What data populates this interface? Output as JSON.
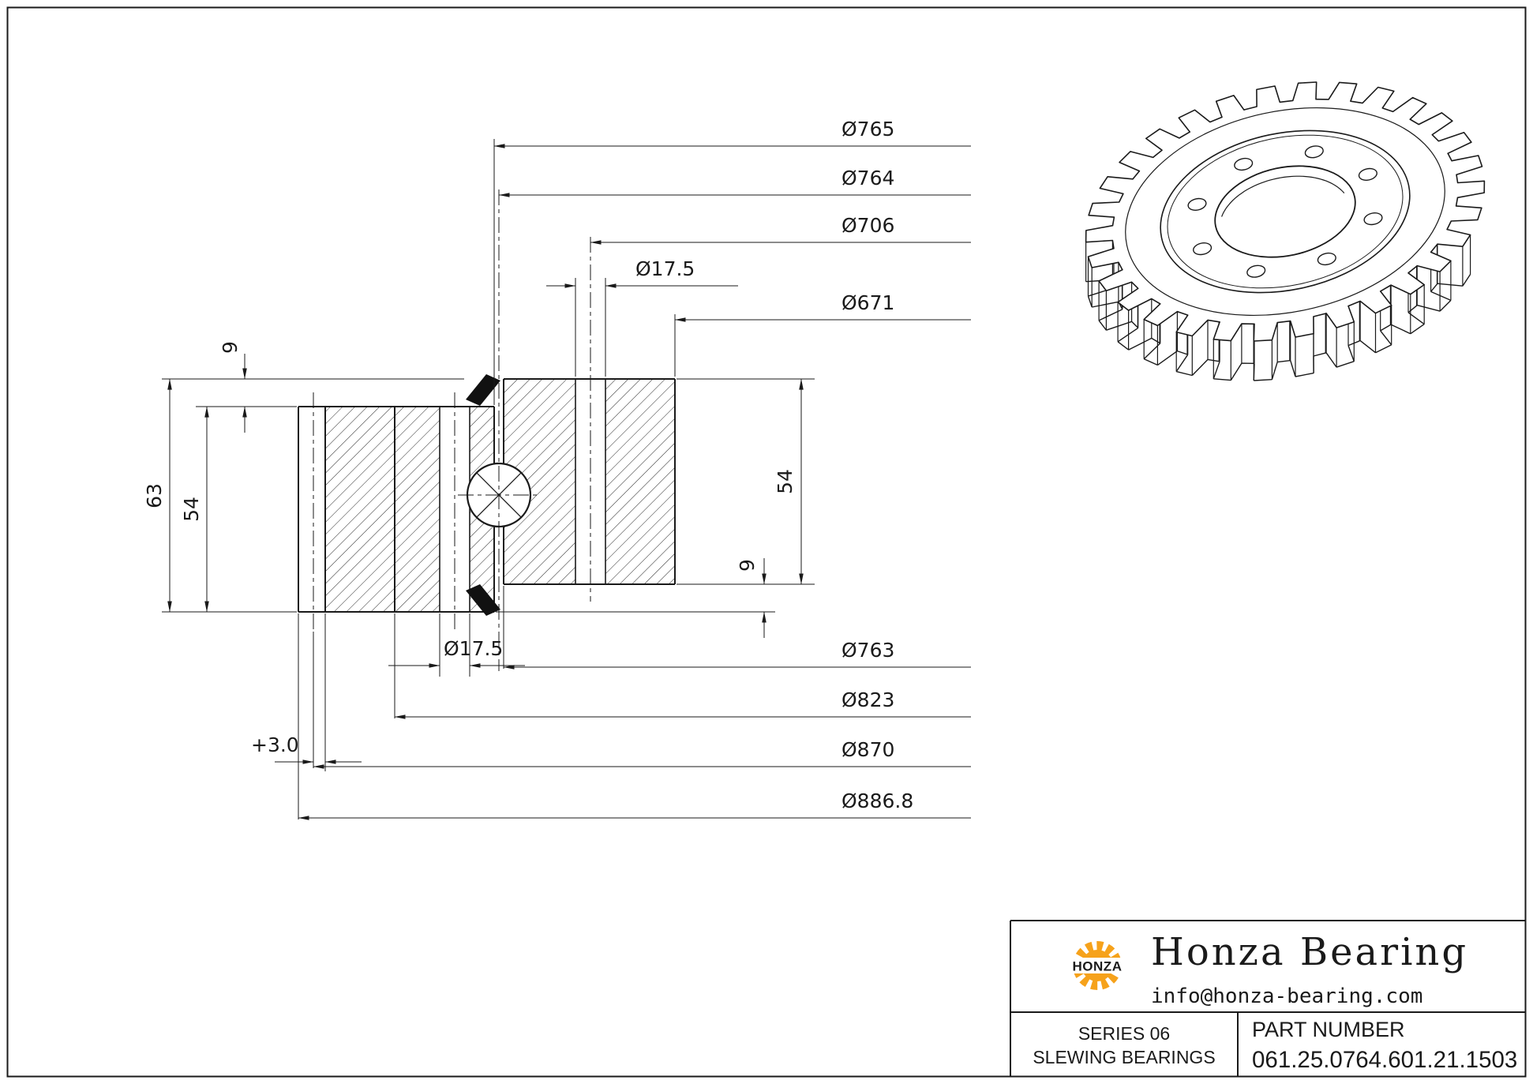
{
  "drawing": {
    "top_dims": {
      "d765": "Ø765",
      "d764": "Ø764",
      "d706": "Ø706",
      "d17_5": "Ø17.5",
      "d671": "Ø671"
    },
    "bottom_dims": {
      "d763": "Ø763",
      "d823": "Ø823",
      "d870": "Ø870",
      "d886_8": "Ø886.8",
      "d17_5": "Ø17.5",
      "gear_offset": "+3.0"
    },
    "height_dims": {
      "h63": "63",
      "h54_left": "54",
      "h9_top_left": "9",
      "h54_right": "54",
      "h9_bottom_right": "9"
    }
  },
  "title_block": {
    "logo_text": "HONZA",
    "company": "Honza Bearing",
    "email": "info@honza-bearing.com",
    "series_label": "SERIES  06",
    "series_sublabel": "SLEWING BEARINGS",
    "part_number_label": "PART  NUMBER",
    "part_number": "061.25.0764.601.21.1503"
  },
  "colors": {
    "line": "#1a1a1a",
    "logo_orange": "#F6A21B",
    "logo_red": "#E02621"
  }
}
